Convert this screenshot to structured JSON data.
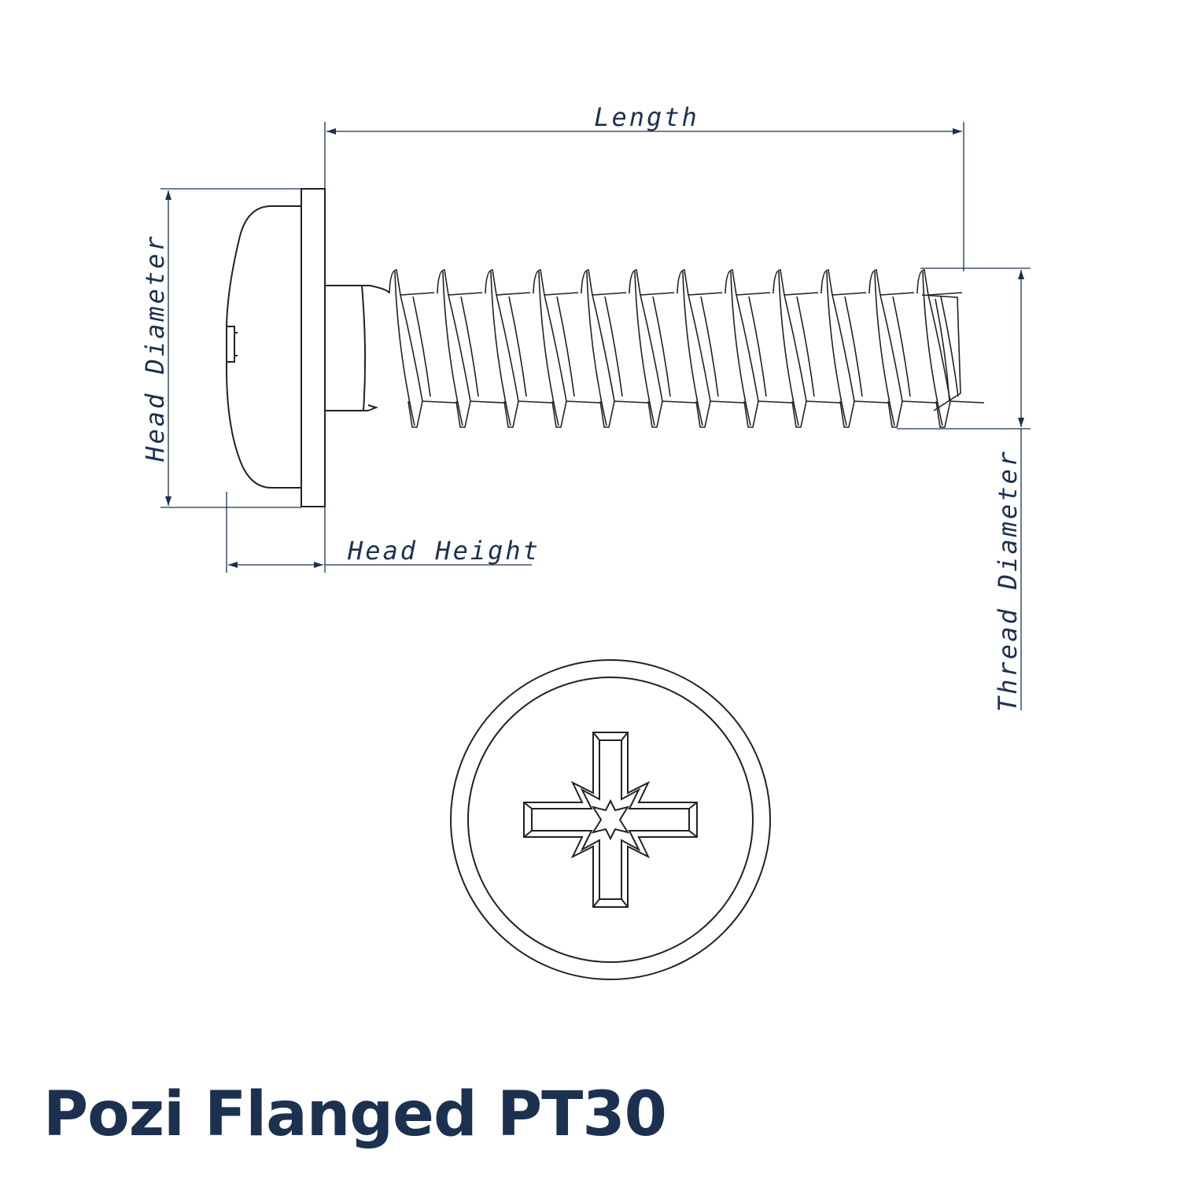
{
  "labels": {
    "length": "Length",
    "head_diameter": "Head Diameter",
    "head_height": "Head Height",
    "thread_diameter": "Thread Diameter"
  },
  "title": "Pozi Flanged PT30",
  "colors": {
    "dimension": "#1c3150",
    "outline": "#222222",
    "background": "#ffffff"
  }
}
